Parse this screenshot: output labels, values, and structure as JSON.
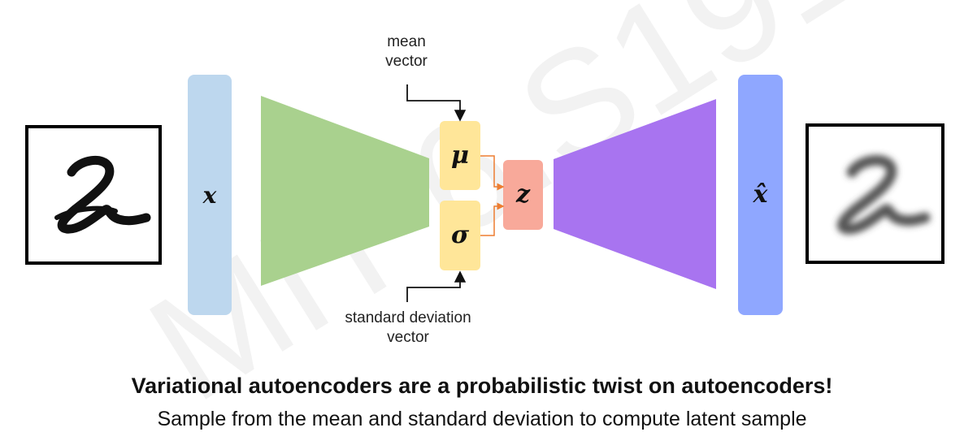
{
  "watermark": "MIT 6.S191",
  "input": {
    "symbol": "x"
  },
  "output": {
    "symbol": "x̂"
  },
  "latent": {
    "mean": {
      "symbol": "μ",
      "label_line1": "mean",
      "label_line2": "vector"
    },
    "std": {
      "symbol": "σ",
      "label_line1": "standard deviation",
      "label_line2": "vector"
    },
    "sample": {
      "symbol": "z"
    }
  },
  "caption": {
    "title": "Variational autoencoders are a probabilistic twist on autoencoders!",
    "subtitle": "Sample from the mean and standard deviation to compute latent sample"
  },
  "colors": {
    "input_bar": "#bdd7ee",
    "encoder": "#a9d18e",
    "latent_box": "#ffe699",
    "sample_box": "#f8a99a",
    "decoder": "#a874f0",
    "output_bar": "#8fa7ff",
    "arrow_orange": "#ed7d31"
  }
}
